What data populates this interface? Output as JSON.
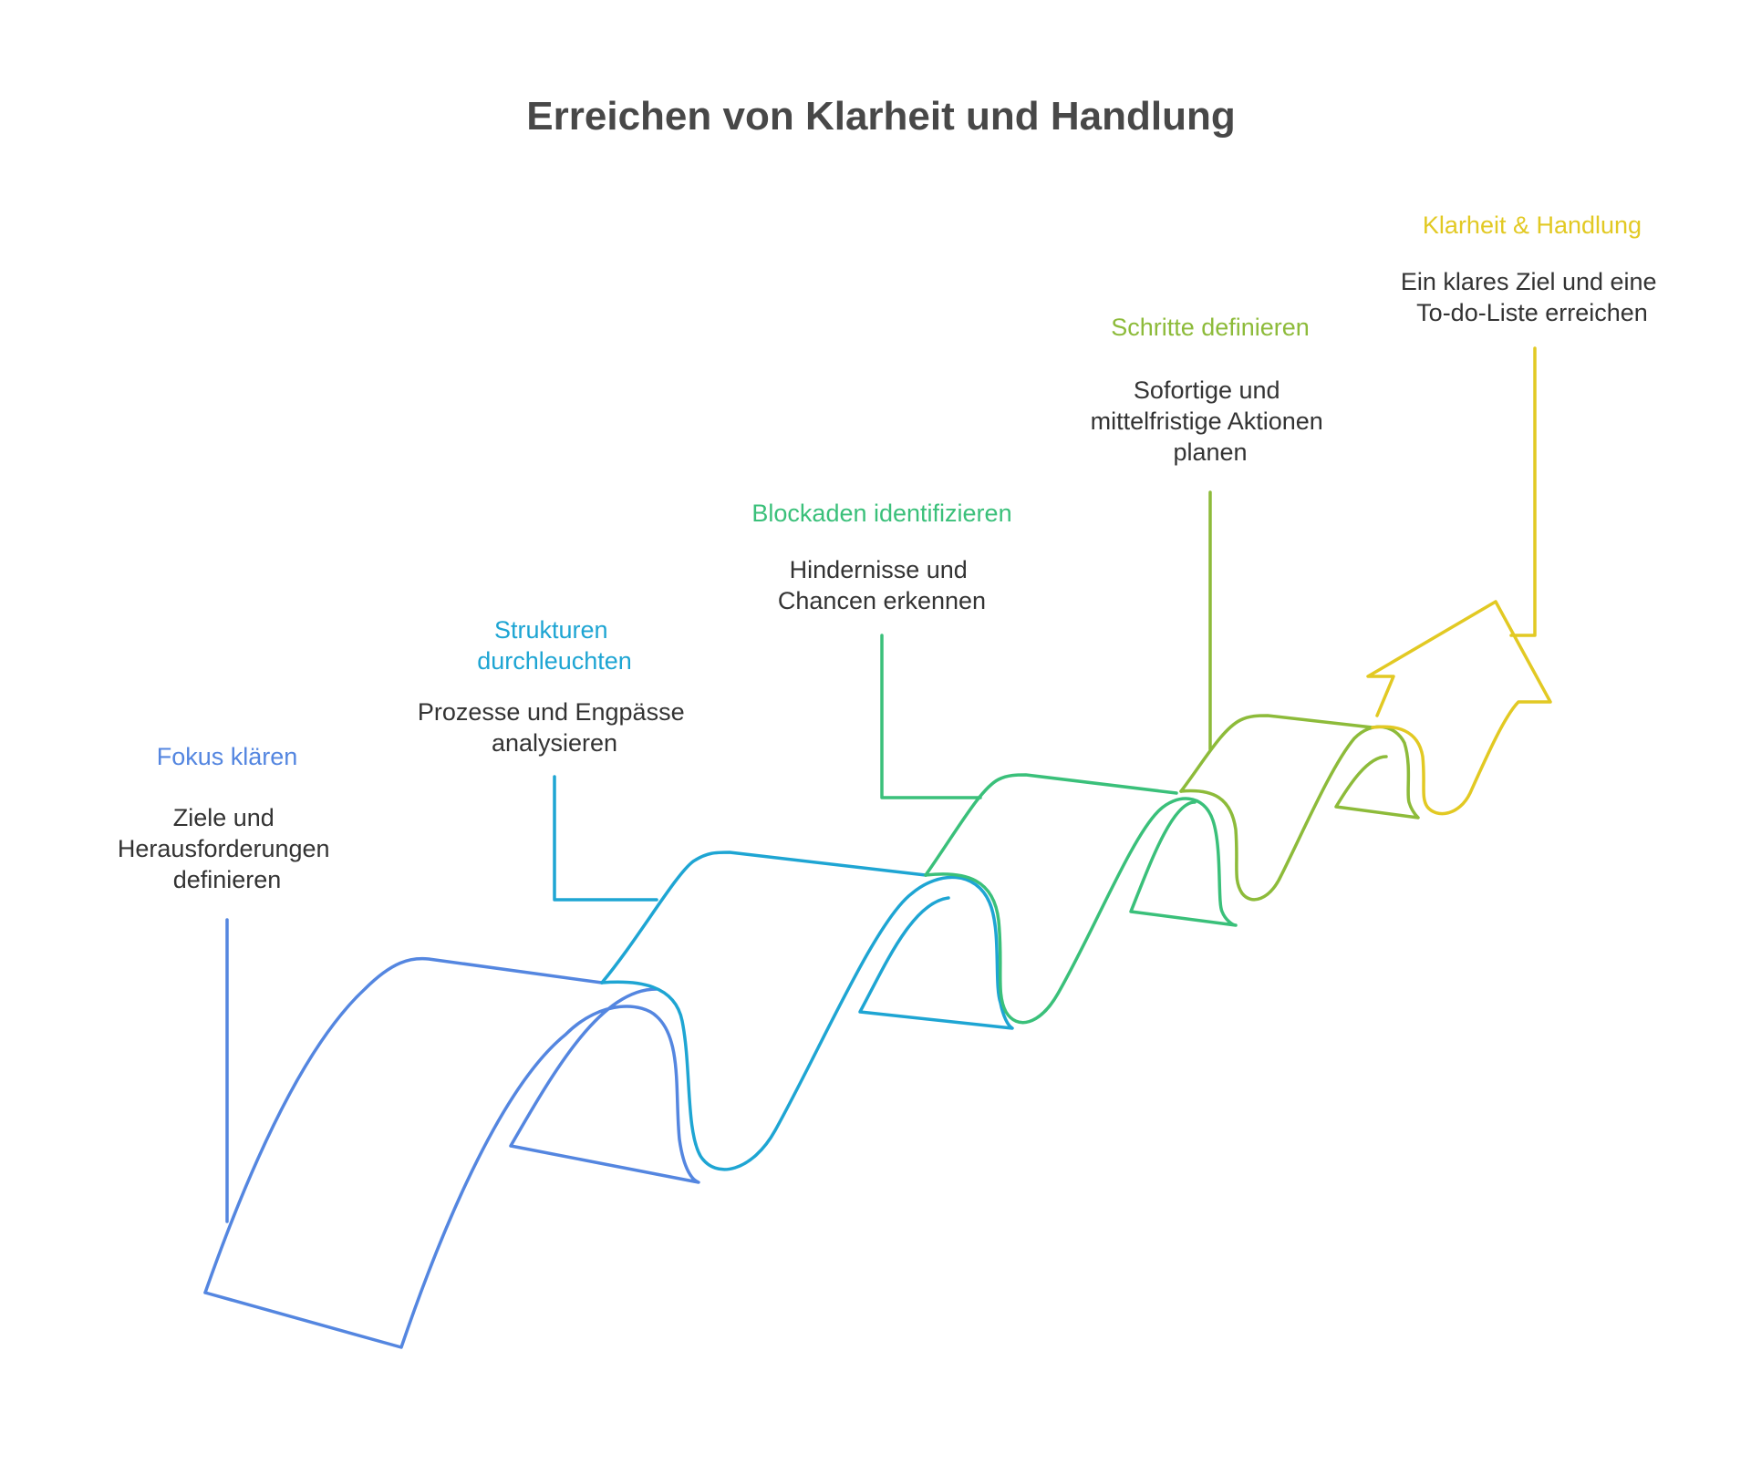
{
  "title": "Erreichen von Klarheit und Handlung",
  "steps": [
    {
      "heading": "Fokus klären",
      "description": [
        "Ziele und",
        "Herausforderungen",
        "definieren"
      ],
      "color": "#5486E0"
    },
    {
      "heading": [
        "Strukturen",
        "durchleuchten"
      ],
      "description": [
        "Prozesse und Engpässe",
        "analysieren"
      ],
      "color": "#1EA5D3"
    },
    {
      "heading": "Blockaden identifizieren",
      "description": [
        "Hindernisse und",
        "Chancen erkennen"
      ],
      "color": "#3AC07A"
    },
    {
      "heading": "Schritte definieren",
      "description": [
        "Sofortige und",
        "mittelfristige Aktionen",
        "planen"
      ],
      "color": "#8DBB3A"
    },
    {
      "heading": "Klarheit & Handlung",
      "description": [
        "Ein klares Ziel und eine",
        "To-do-Liste erreichen"
      ],
      "color": "#E2C923"
    }
  ]
}
